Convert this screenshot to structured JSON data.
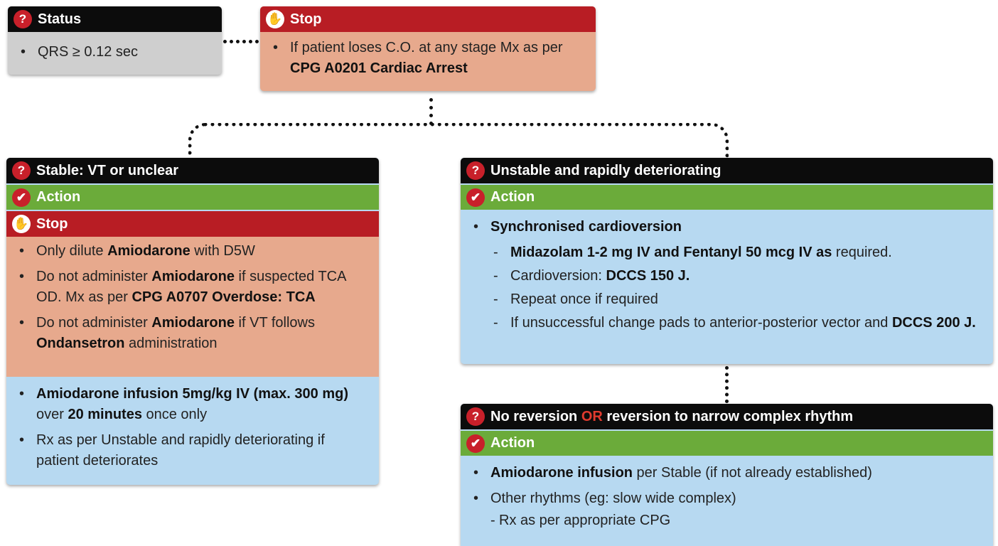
{
  "status_box": {
    "title": "Status",
    "items": [
      "QRS ≥ 0.12 sec"
    ]
  },
  "stop_top": {
    "title": "Stop",
    "line1": "If patient loses C.O. at any stage Mx as per",
    "line2": "CPG A0201 Cardiac Arrest"
  },
  "stable": {
    "title": "Stable: VT or unclear",
    "action_label": "Action",
    "stop_label": "Stop",
    "stop_items": [
      {
        "pre": "Only dilute ",
        "bold": "Amiodarone",
        "post": " with D5W"
      },
      {
        "pre": "Do not administer ",
        "bold": "Amiodarone",
        "mid": " if suspected TCA OD. Mx as per ",
        "bold2": "CPG A0707 Overdose: TCA"
      },
      {
        "pre": "Do not administer ",
        "bold": "Amiodarone",
        "mid": " if VT follows ",
        "bold2": "Ondansetron",
        "post": " administration"
      }
    ],
    "action_items": [
      {
        "bold": "Amiodarone infusion 5mg/kg IV (max. 300 mg)",
        "mid": " over ",
        "bold2": "20 minutes",
        "post": " once only"
      },
      {
        "text": "Rx as per Unstable and rapidly deteriorating if patient deteriorates"
      }
    ]
  },
  "unstable": {
    "title": "Unstable and rapidly deteriorating",
    "action_label": "Action",
    "main_item": "Synchronised cardioversion",
    "sub_items": [
      {
        "bold": "Midazolam 1-2 mg IV and Fentanyl 50 mcg IV as",
        "post": " required."
      },
      {
        "pre": "Cardioversion: ",
        "bold": "DCCS 150 J."
      },
      {
        "pre": "Repeat once if required"
      },
      {
        "pre": "If unsuccessful change pads to anterior-posterior vector and ",
        "bold": "DCCS 200 J."
      }
    ]
  },
  "noreversion": {
    "title_pre": "No reversion ",
    "title_or": "OR",
    "title_post": " reversion to narrow complex rhythm",
    "action_label": "Action",
    "item1_bold": "Amiodarone infusion",
    "item1_post": " per Stable (if not already established)",
    "item2": "Other rhythms (eg: slow wide complex)",
    "item2_sub": "Rx as per appropriate CPG"
  },
  "icons": {
    "question": "?",
    "check": "✔",
    "hand": "✋"
  },
  "colors": {
    "black_header": "#0c0c0c",
    "red_header": "#b81d24",
    "green_header": "#6bab3a",
    "gray_body": "#cfcfcf",
    "salmon_body": "#e7a98d",
    "blue_body": "#b7d9f1",
    "or_text": "#e03a2e"
  }
}
